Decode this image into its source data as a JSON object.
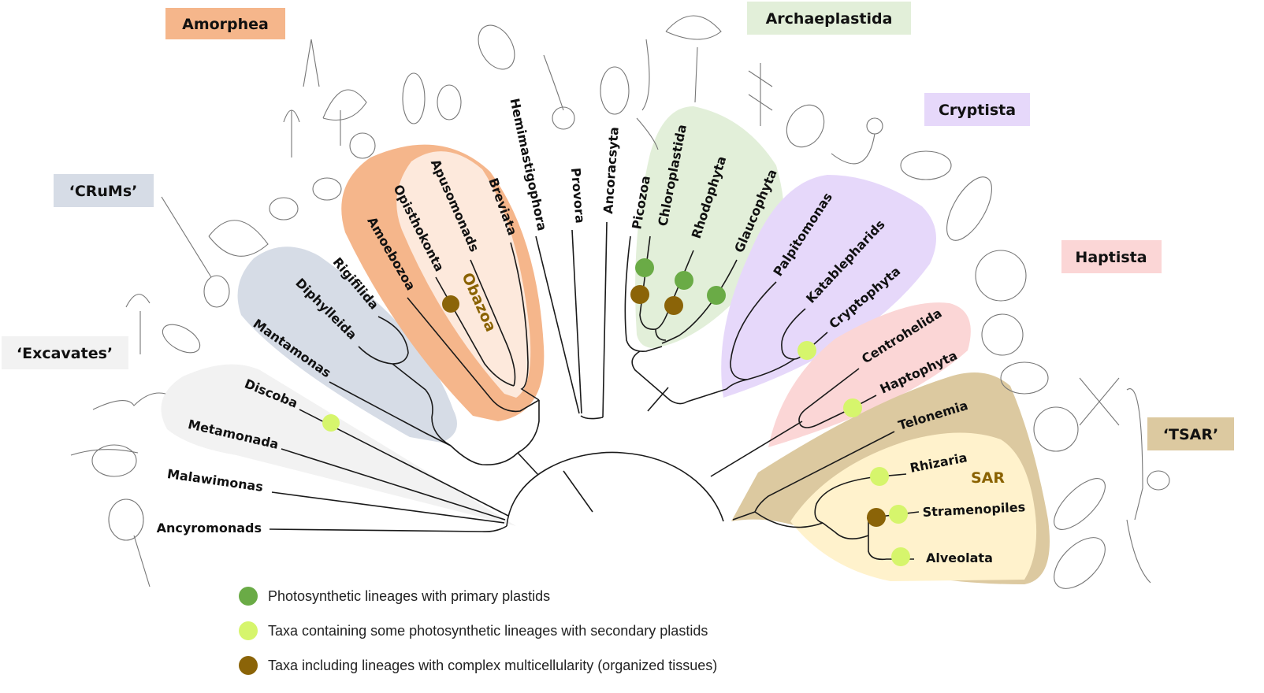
{
  "colors": {
    "primary_plastid": "#6aab46",
    "secondary_plastid": "#d6f56c",
    "multicellularity": "#8b6408",
    "amorphea": "#f5b68b",
    "obazoa_inner": "#fde9dc",
    "crums": "#d6dce6",
    "excavates": "#f2f2f2",
    "archaeplastida": "#e2efd9",
    "cryptista": "#e6d8fa",
    "haptista": "#fbd6d6",
    "tsar": "#dcc9a0",
    "sar": "#fff2cc"
  },
  "groups": {
    "amorphea": "Amorphea",
    "archaeplastida": "Archaeplastida",
    "cryptista": "Cryptista",
    "haptista": "Haptista",
    "tsar": "‘TSAR’",
    "crums": "‘CRuMs’",
    "excavates": "‘Excavates’"
  },
  "subgroups": {
    "obazoa": "Obazoa",
    "sar": "SAR"
  },
  "taxa": {
    "ancyromonads": "Ancyromonads",
    "malawimonas": "Malawimonas",
    "metamonada": "Metamonada",
    "discoba": "Discoba",
    "mantamonas": "Mantamonas",
    "diphylleida": "Diphylleida",
    "rigifilida": "Rigifilida",
    "amoebozoa": "Amoebozoa",
    "opisthokonta": "Opisthokonta",
    "apusomonads": "Apusomonads",
    "breviata": "Breviata",
    "hemimastigophora": "Hemimastigophora",
    "provora": "Provora",
    "ancoracsyta": "Ancoracsyta",
    "picozoa": "Picozoa",
    "chloroplastida": "Chloroplastida",
    "rhodophyta": "Rhodophyta",
    "glaucophyta": "Glaucophyta",
    "palpitomonas": "Palpitomonas",
    "katablepharids": "Katablepharids",
    "cryptophyta": "Cryptophyta",
    "centrohelida": "Centrohelida",
    "haptophyta": "Haptophyta",
    "telonemia": "Telonemia",
    "rhizaria": "Rhizaria",
    "stramenopiles": "Stramenopiles",
    "alveolata": "Alveolata"
  },
  "legend": [
    {
      "label": "Photosynthetic lineages with primary plastids",
      "marker": "primary_plastid"
    },
    {
      "label": "Taxa containing some photosynthetic lineages with secondary plastids",
      "marker": "secondary_plastid"
    },
    {
      "label": "Taxa including lineages with complex multicellularity (organized tissues)",
      "marker": "multicellularity"
    }
  ]
}
